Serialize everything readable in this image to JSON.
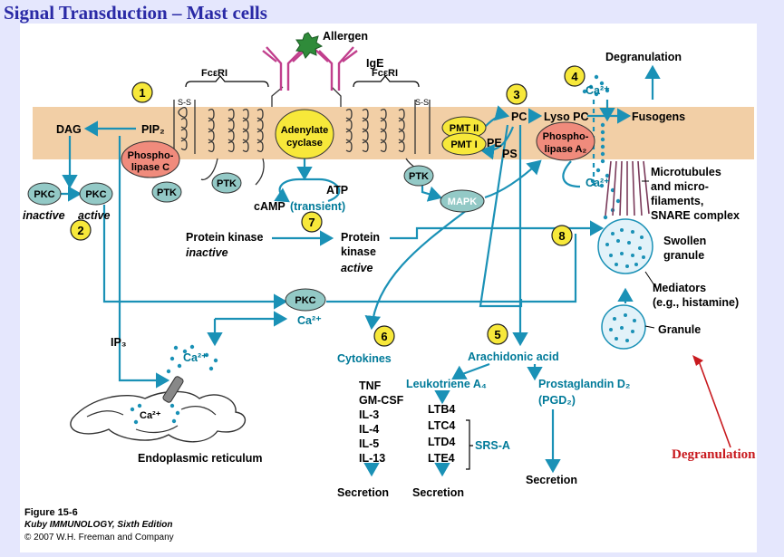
{
  "title": "Signal Transduction – Mast cells",
  "labels": {
    "allergen": "Allergen",
    "ige": "IgE",
    "fceri": "FcεRI",
    "ss": "S-S",
    "dag": "DAG",
    "pip2": "PIP₂",
    "phospholipase_c": [
      "Phospho-",
      "lipase C"
    ],
    "adenylate_cyclase": [
      "Adenylate",
      "cyclase"
    ],
    "pmt2": "PMT II",
    "pmt1": "PMT I",
    "pe": "PE",
    "ps": "PS",
    "pc": "PC",
    "lyso_pc": "Lyso PC",
    "phospholipase_a2": [
      "Phospho-",
      "lipase A₂"
    ],
    "fusogens": "Fusogens",
    "degranulation_top": "Degranulation",
    "ca": "Ca²⁺",
    "pkc": "PKC",
    "ptk": "PTK",
    "inactive": "inactive",
    "active": "active",
    "atp": "ATP",
    "camp": "cAMP",
    "transient": "(transient)",
    "mapk": "MAPK",
    "microtubules": [
      "Microtubules",
      "and micro-",
      "filaments,",
      "SNARE complex"
    ],
    "protein_kinase": "Protein kinase",
    "protein_kinase_active": [
      "Protein",
      "kinase"
    ],
    "swollen_granule": [
      "Swollen",
      "granule"
    ],
    "mediators": [
      "Mediators",
      "(e.g., histamine)"
    ],
    "granule": "Granule",
    "ip3": "IP₃",
    "cytokines": "Cytokines",
    "cytokine_list": [
      "TNF",
      "GM-CSF",
      "IL-3",
      "IL-4",
      "IL-5",
      "IL-13"
    ],
    "arachidonic_acid": "Arachidonic acid",
    "leukotriene_a4": "Leukotriene A₄",
    "prostaglandin_d2": "Prostaglandin D₂",
    "pgd2": "(PGD₂)",
    "leukotrienes": [
      "LTB4",
      "LTC4",
      "LTD4",
      "LTE4"
    ],
    "srsa": "SRS-A",
    "secretion": "Secretion",
    "endoplasmic_reticulum": "Endoplasmic reticulum",
    "steps": [
      "1",
      "2",
      "3",
      "4",
      "5",
      "6",
      "7",
      "8"
    ]
  },
  "credits": {
    "figure": "Figure 15-6",
    "book": "Kuby IMMUNOLOGY, Sixth Edition",
    "copyright": "© 2007 W.H. Freeman and Company"
  },
  "annotation": "Degranulation",
  "colors": {
    "membrane": "#f2cfa6",
    "arrow": "#1a91b6",
    "pkc": "#93c9c6",
    "phospholipase": "#f08b7c",
    "yellow": "#f7e83a",
    "ige": "#c13f8d",
    "allergen": "#2f8b3a",
    "red_annotation": "#c8191e",
    "title": "#2a2aa6"
  }
}
